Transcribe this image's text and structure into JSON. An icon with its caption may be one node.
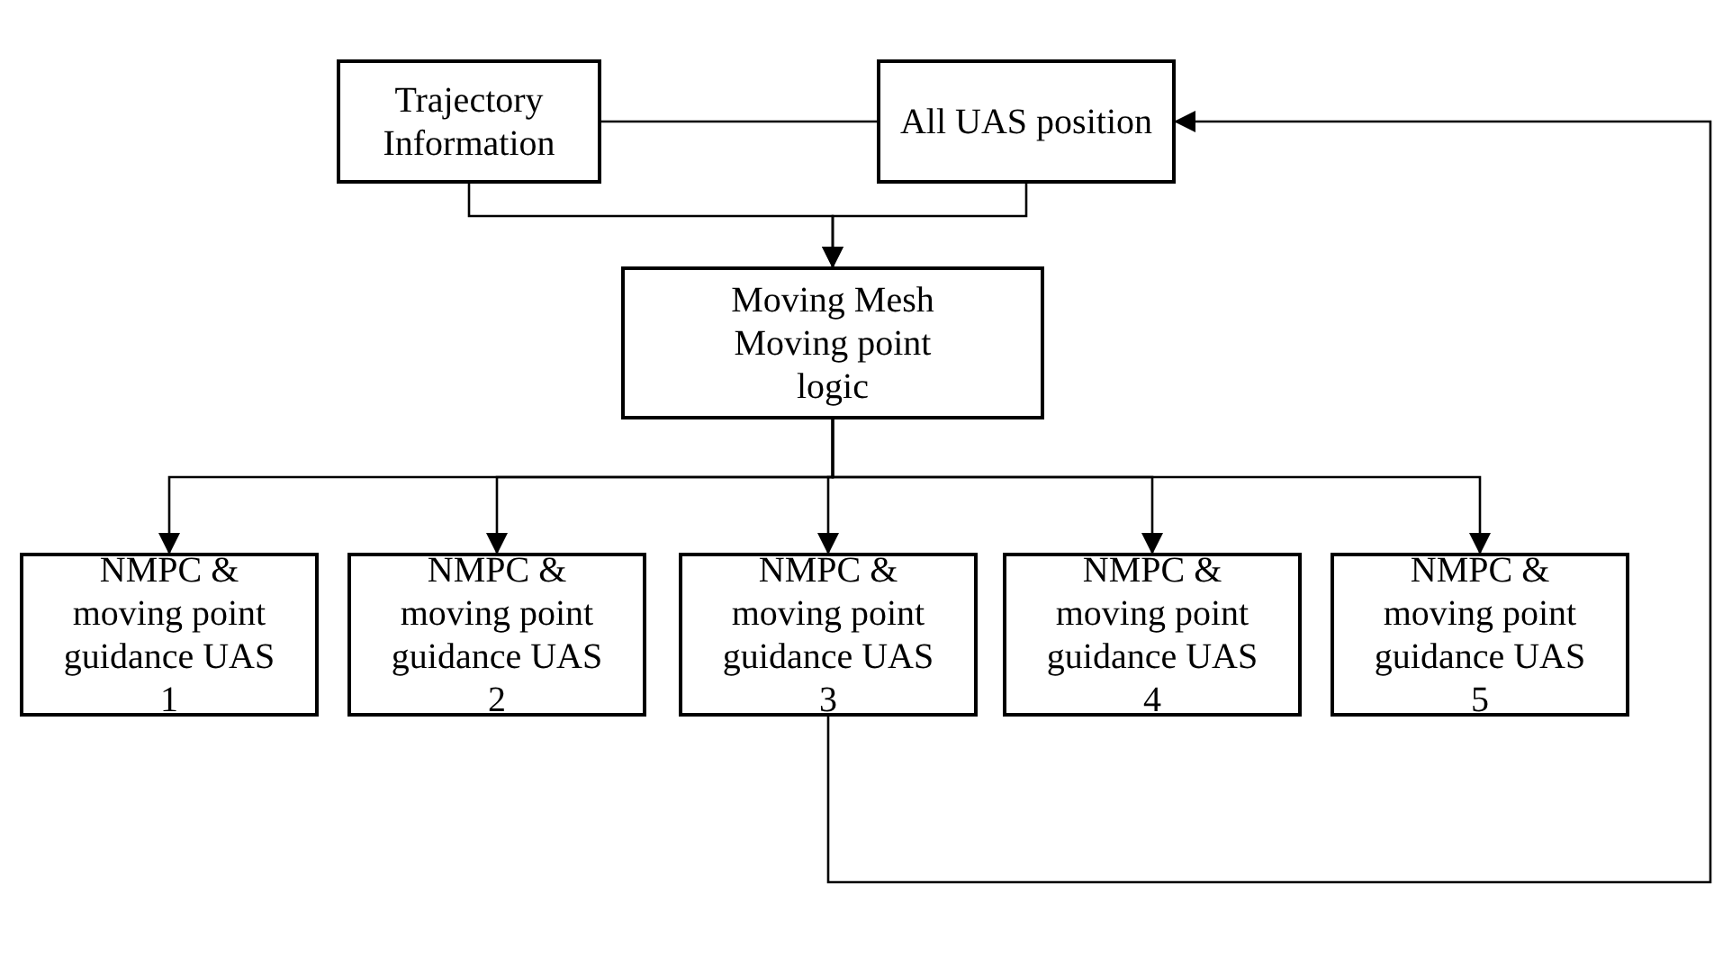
{
  "diagram": {
    "nodes": [
      {
        "text": [
          "Trajectory Information"
        ]
      },
      {
        "text": [
          "All UAS position"
        ]
      },
      {
        "text": [
          "Moving Mesh Moving point logic"
        ]
      },
      {
        "text": [
          "NMPC & moving point guidance UAS 1"
        ]
      },
      {
        "text": [
          "NMPC & moving point guidance UAS 2"
        ]
      },
      {
        "text": [
          "NMPC & moving point guidance UAS 3"
        ]
      },
      {
        "text": [
          "NMPC & moving point guidance UAS 4"
        ]
      },
      {
        "text": [
          "NMPC & moving point guidance UAS 5"
        ]
      }
    ],
    "edges": [
      {
        "from": 0,
        "to": 1,
        "arrow": "none"
      },
      {
        "from": 0,
        "to": 2,
        "arrow": "to"
      },
      {
        "from": 1,
        "to": 2,
        "arrow": "to"
      },
      {
        "from": 2,
        "to": 3,
        "arrow": "to"
      },
      {
        "from": 2,
        "to": 4,
        "arrow": "to"
      },
      {
        "from": 2,
        "to": 5,
        "arrow": "to"
      },
      {
        "from": 2,
        "to": 6,
        "arrow": "to"
      },
      {
        "from": 2,
        "to": 7,
        "arrow": "to"
      },
      {
        "from": 5,
        "to": 1,
        "arrow": "to"
      }
    ]
  }
}
